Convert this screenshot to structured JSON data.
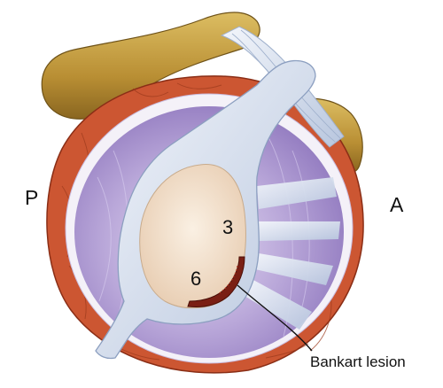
{
  "labels": {
    "posterior": "P",
    "anterior": "A",
    "position_upper": "3",
    "position_lower": "6",
    "lesion": "Bankart lesion"
  },
  "colors": {
    "bone": "#c9a44a",
    "muscle": "#cf5a34",
    "capsule": "#b8a6d8",
    "ligament": "#dde6f3",
    "glenoid": "#f1ddc9",
    "lesion": "#7a1f14"
  }
}
